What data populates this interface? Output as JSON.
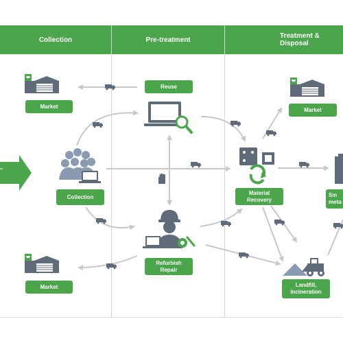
{
  "headers": {
    "collection": "Collection",
    "pretreatment": "Pre-treatment",
    "treatment": "Treatment & Disposal"
  },
  "nodes": {
    "market_top_left": "Market",
    "market_bottom_left": "Market",
    "market_right": "Market",
    "reuse": "Reuse",
    "collection": "Collection",
    "refurbish_line1": "Refurbish",
    "refurbish_line2": "Repair",
    "material_line1": "Material",
    "material_line2": "Recovery",
    "smelter_line1": "Sm",
    "smelter_line2": "meta",
    "landfill_line1": "Landfill,",
    "landfill_line2": "Incineration"
  },
  "colors": {
    "brand_green": "#4aa54b",
    "icon_gray": "#5f6b78",
    "arrow_gray": "#c8c8c8"
  }
}
